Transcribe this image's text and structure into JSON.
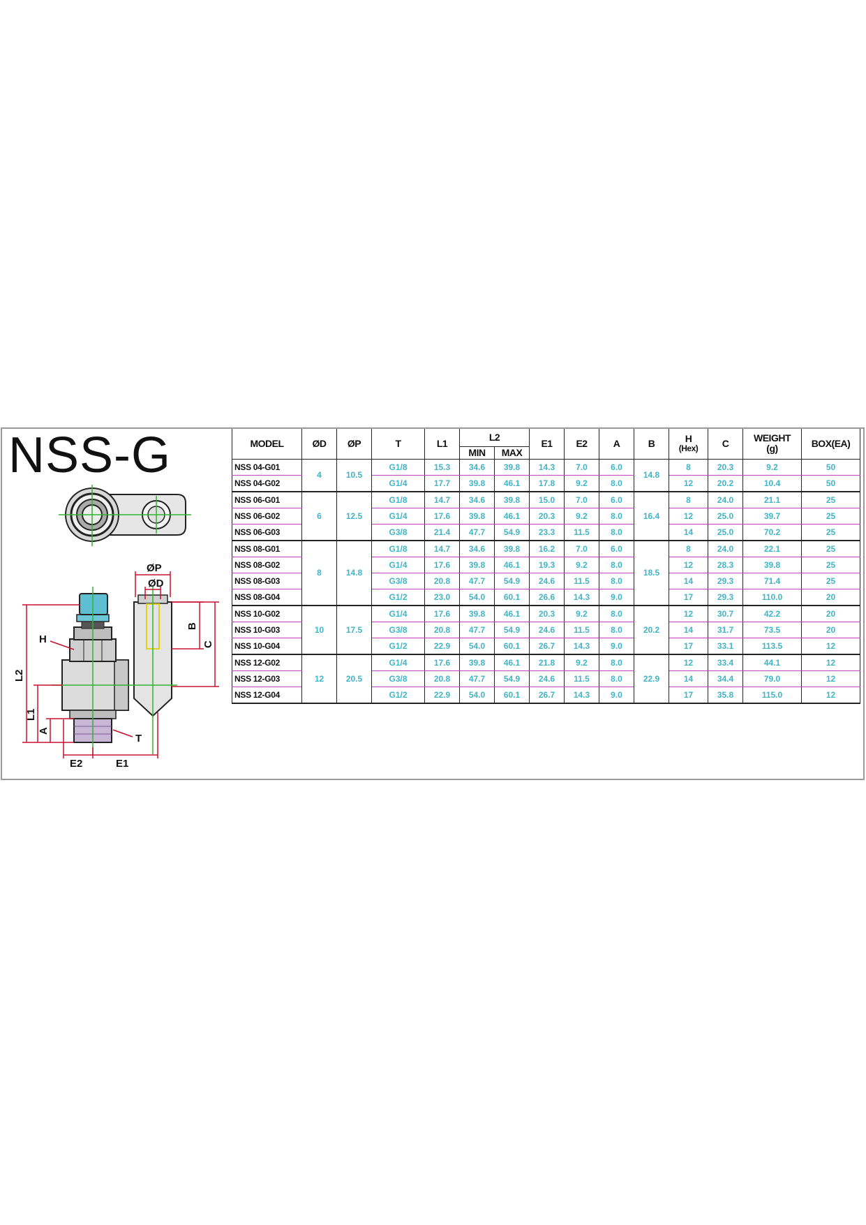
{
  "title": "NSS-G",
  "drawing_labels": {
    "p": "ØP",
    "d": "ØD",
    "b": "B",
    "c": "C",
    "h": "H",
    "l2": "L2",
    "l1": "L1",
    "a": "A",
    "t": "T",
    "e2": "E2",
    "e1": "E1"
  },
  "columns": {
    "model": "MODEL",
    "od": "ØD",
    "op": "ØP",
    "t": "T",
    "l1": "L1",
    "l2": "L2",
    "l2_min": "MIN",
    "l2_max": "MAX",
    "e1": "E1",
    "e2": "E2",
    "a": "A",
    "b": "B",
    "h": "H",
    "h_sub": "(Hex)",
    "c": "C",
    "weight": "WEIGHT",
    "weight_sub": "(g)",
    "box": "BOX(EA)"
  },
  "groups": [
    {
      "od": "4",
      "op": "10.5",
      "b": "14.8",
      "rows": [
        {
          "model": "NSS 04-G01",
          "t": "G1/8",
          "l1": "15.3",
          "min": "34.6",
          "max": "39.8",
          "e1": "14.3",
          "e2": "7.0",
          "a": "6.0",
          "h": "8",
          "c": "20.3",
          "weight": "9.2",
          "box": "50"
        },
        {
          "model": "NSS 04-G02",
          "t": "G1/4",
          "l1": "17.7",
          "min": "39.8",
          "max": "46.1",
          "e1": "17.8",
          "e2": "9.2",
          "a": "8.0",
          "h": "12",
          "c": "20.2",
          "weight": "10.4",
          "box": "50"
        }
      ]
    },
    {
      "od": "6",
      "op": "12.5",
      "b": "16.4",
      "rows": [
        {
          "model": "NSS 06-G01",
          "t": "G1/8",
          "l1": "14.7",
          "min": "34.6",
          "max": "39.8",
          "e1": "15.0",
          "e2": "7.0",
          "a": "6.0",
          "h": "8",
          "c": "24.0",
          "weight": "21.1",
          "box": "25"
        },
        {
          "model": "NSS 06-G02",
          "t": "G1/4",
          "l1": "17.6",
          "min": "39.8",
          "max": "46.1",
          "e1": "20.3",
          "e2": "9.2",
          "a": "8.0",
          "h": "12",
          "c": "25.0",
          "weight": "39.7",
          "box": "25"
        },
        {
          "model": "NSS 06-G03",
          "t": "G3/8",
          "l1": "21.4",
          "min": "47.7",
          "max": "54.9",
          "e1": "23.3",
          "e2": "11.5",
          "a": "8.0",
          "h": "14",
          "c": "25.0",
          "weight": "70.2",
          "box": "25"
        }
      ]
    },
    {
      "od": "8",
      "op": "14.8",
      "b": "18.5",
      "rows": [
        {
          "model": "NSS 08-G01",
          "t": "G1/8",
          "l1": "14.7",
          "min": "34.6",
          "max": "39.8",
          "e1": "16.2",
          "e2": "7.0",
          "a": "6.0",
          "h": "8",
          "c": "24.0",
          "weight": "22.1",
          "box": "25"
        },
        {
          "model": "NSS 08-G02",
          "t": "G1/4",
          "l1": "17.6",
          "min": "39.8",
          "max": "46.1",
          "e1": "19.3",
          "e2": "9.2",
          "a": "8.0",
          "h": "12",
          "c": "28.3",
          "weight": "39.8",
          "box": "25"
        },
        {
          "model": "NSS 08-G03",
          "t": "G3/8",
          "l1": "20.8",
          "min": "47.7",
          "max": "54.9",
          "e1": "24.6",
          "e2": "11.5",
          "a": "8.0",
          "h": "14",
          "c": "29.3",
          "weight": "71.4",
          "box": "25"
        },
        {
          "model": "NSS 08-G04",
          "t": "G1/2",
          "l1": "23.0",
          "min": "54.0",
          "max": "60.1",
          "e1": "26.6",
          "e2": "14.3",
          "a": "9.0",
          "h": "17",
          "c": "29.3",
          "weight": "110.0",
          "box": "20"
        }
      ]
    },
    {
      "od": "10",
      "op": "17.5",
      "b": "20.2",
      "rows": [
        {
          "model": "NSS 10-G02",
          "t": "G1/4",
          "l1": "17.6",
          "min": "39.8",
          "max": "46.1",
          "e1": "20.3",
          "e2": "9.2",
          "a": "8.0",
          "h": "12",
          "c": "30.7",
          "weight": "42.2",
          "box": "20"
        },
        {
          "model": "NSS 10-G03",
          "t": "G3/8",
          "l1": "20.8",
          "min": "47.7",
          "max": "54.9",
          "e1": "24.6",
          "e2": "11.5",
          "a": "8.0",
          "h": "14",
          "c": "31.7",
          "weight": "73.5",
          "box": "20"
        },
        {
          "model": "NSS 10-G04",
          "t": "G1/2",
          "l1": "22.9",
          "min": "54.0",
          "max": "60.1",
          "e1": "26.7",
          "e2": "14.3",
          "a": "9.0",
          "h": "17",
          "c": "33.1",
          "weight": "113.5",
          "box": "12"
        }
      ]
    },
    {
      "od": "12",
      "op": "20.5",
      "b": "22.9",
      "rows": [
        {
          "model": "NSS 12-G02",
          "t": "G1/4",
          "l1": "17.6",
          "min": "39.8",
          "max": "46.1",
          "e1": "21.8",
          "e2": "9.2",
          "a": "8.0",
          "h": "12",
          "c": "33.4",
          "weight": "44.1",
          "box": "12"
        },
        {
          "model": "NSS 12-G03",
          "t": "G3/8",
          "l1": "20.8",
          "min": "47.7",
          "max": "54.9",
          "e1": "24.6",
          "e2": "11.5",
          "a": "8.0",
          "h": "14",
          "c": "34.4",
          "weight": "79.0",
          "box": "12"
        },
        {
          "model": "NSS 12-G04",
          "t": "G1/2",
          "l1": "22.9",
          "min": "54.0",
          "max": "60.1",
          "e1": "26.7",
          "e2": "14.3",
          "a": "9.0",
          "h": "17",
          "c": "35.8",
          "weight": "115.0",
          "box": "12"
        }
      ]
    }
  ]
}
